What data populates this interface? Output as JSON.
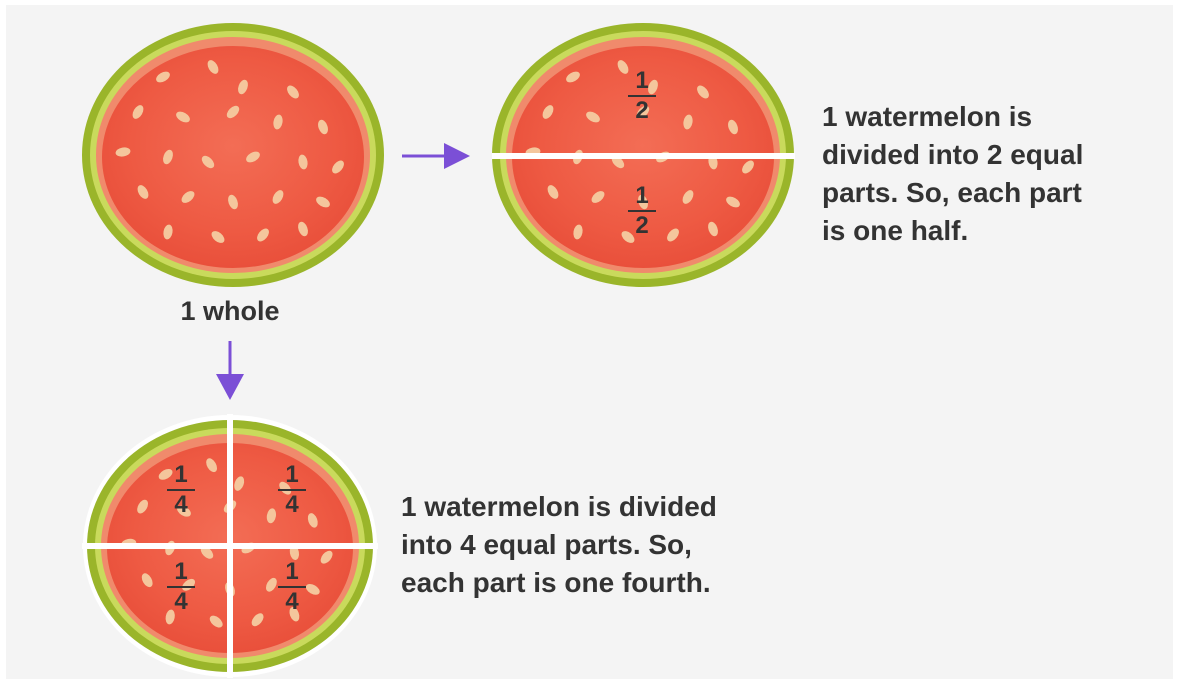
{
  "labels": {
    "whole": "1 whole",
    "half_caption": "1 watermelon is\ndivided into 2 equal\nparts. So, each part\nis one half.",
    "fourth_caption": "1 watermelon is divided\ninto 4 equal parts. So,\neach part is one fourth."
  },
  "fractions": {
    "half": {
      "num": "1",
      "den": "2"
    },
    "fourth": {
      "num": "1",
      "den": "4"
    }
  },
  "colors": {
    "background": "#f4f4f4",
    "rind_outer": "#9ab52a",
    "rind_inner": "#c9da5c",
    "flesh_edge": "#f08a6c",
    "flesh": "#ee5a43",
    "flesh_highlight": "#f3806a",
    "seed": "#f4c69c",
    "arrow": "#7b4fd6",
    "cut_line": "#ffffff",
    "text": "#333333"
  }
}
